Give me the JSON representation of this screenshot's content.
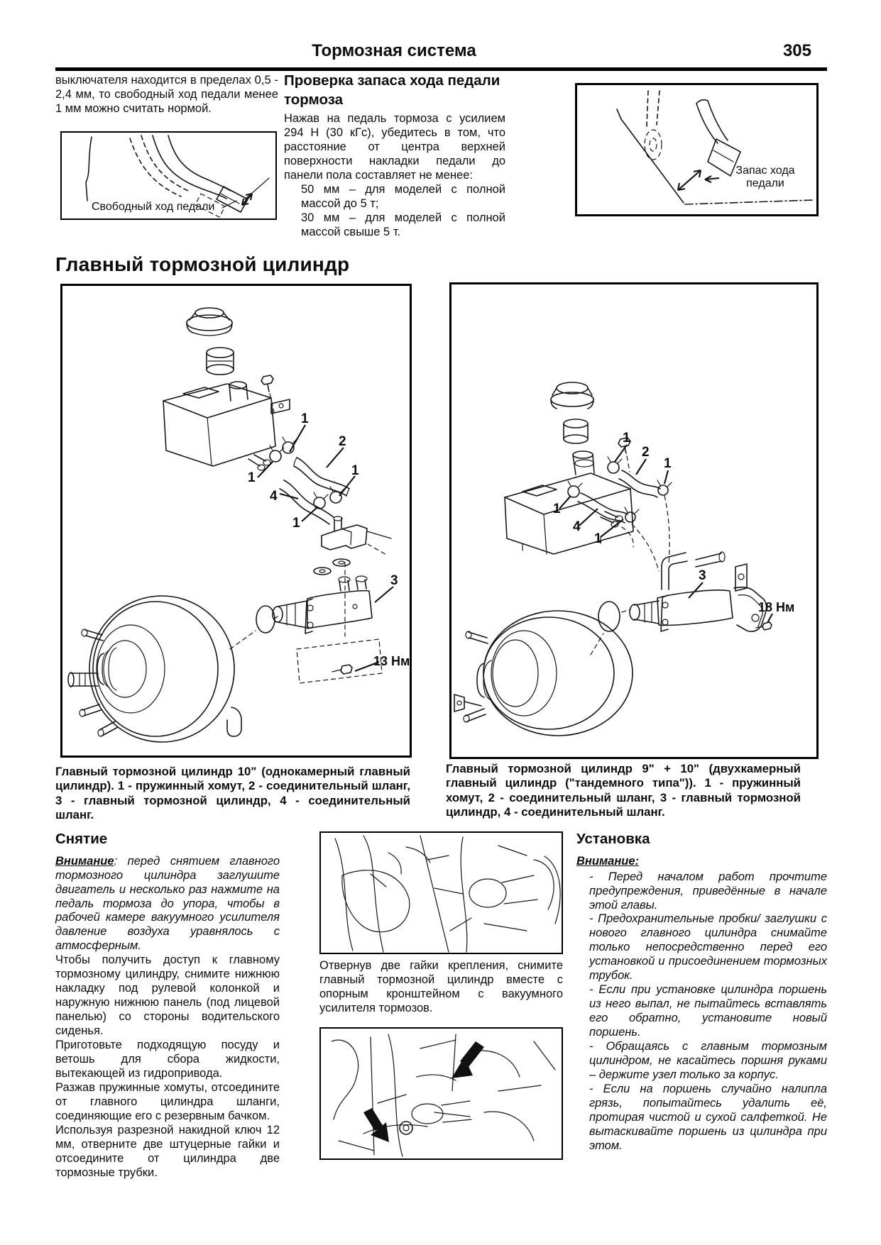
{
  "header": {
    "title": "Тормозная система",
    "page_number": "305"
  },
  "intro": {
    "text": "выключателя находится в пределах 0,5 - 2,4 мм, то свободный ход педали менее 1 мм можно считать нормой."
  },
  "pedal_free_play_figure": {
    "caption": "Свободный ход педали"
  },
  "pedal_travel_check": {
    "heading": "Проверка запаса хода педали тормоза",
    "body": "Нажав на педаль тормоза с усилием 294 Н (30 кГс), убедитесь в том, что расстояние от центра верхней поверхности накладки педали до панели пола составляет не менее:",
    "items": [
      "50 мм – для моделей с полной массой до 5 т;",
      "30 мм – для моделей с полной массой свыше 5 т."
    ]
  },
  "pedal_travel_figure": {
    "caption": "Запас хода педали"
  },
  "section": {
    "heading": "Главный тормозной цилиндр"
  },
  "figure_left": {
    "caption": "Главный тормозной цилиндр 10\" (однокамерный главный цилиндр). 1 - пружинный хомут, 2 - соединительный шланг, 3 - главный тормозной цилиндр, 4 - соединительный шланг.",
    "torque": "13 Нм",
    "callouts": [
      "1",
      "2",
      "1",
      "1",
      "4",
      "1",
      "3"
    ]
  },
  "figure_right": {
    "caption": "Главный тормозной цилиндр 9\" + 10\" (двухкамерный главный цилиндр (\"тандемного типа\")). 1 - пружинный хомут, 2 - соединительный шланг, 3 - главный тормозной цилиндр, 4 - соединительный шланг.",
    "torque": "18 Нм",
    "callouts": [
      "1",
      "2",
      "1",
      "1",
      "4",
      "1",
      "3"
    ]
  },
  "removal": {
    "heading": "Снятие",
    "warning_label": "Внимание",
    "warning_text": ": перед снятием главного тормозного цилиндра заглушите двигатель и несколько раз нажмите на педаль тормоза до упора, чтобы в рабочей камере вакуумного усилителя давление воздуха уравнялось с атмосферным.",
    "paragraphs": [
      "Чтобы получить доступ к главному тормозному цилиндру, снимите нижнюю накладку под рулевой колонкой и наружную нижнюю панель (под лицевой панелью) со стороны водительского сиденья.",
      "Приготовьте подходящую посуду и ветошь для сбора жидкости, вытекающей из гидропривода.",
      "Разжав пружинные хомуты, отсоедините от главного цилиндра шланги, соединяющие его с резервным бачком.",
      "Используя разрезной накидной ключ 12 мм, отверните две штуцерные гайки и отсоедините от цилиндра две тормозные трубки."
    ]
  },
  "middle": {
    "caption": "Отвернув две гайки крепления, снимите главный тормозной цилиндр вместе с опорным кронштейном с вакуумного усилителя тормозов."
  },
  "installation": {
    "heading": "Установка",
    "warning_label": "Внимание:",
    "items": [
      "- Перед началом работ прочтите предупреждения, приведённые в начале этой главы.",
      "- Предохранительные пробки/ заглушки с нового главного цилиндра снимайте только непосредственно перед его установкой и присоединением тормозных трубок.",
      "- Если при установке цилиндра поршень из него выпал, не пытайтесь вставлять его обратно, установите новый поршень.",
      "- Обращаясь с главным тормозным цилиндром, не касайтесь поршня руками – держите узел только за корпус.",
      "- Если на поршень случайно налипла грязь, попытайтесь удалить её, протирая чистой и сухой салфеткой. Не вытаскивайте поршень из цилиндра при этом."
    ]
  }
}
